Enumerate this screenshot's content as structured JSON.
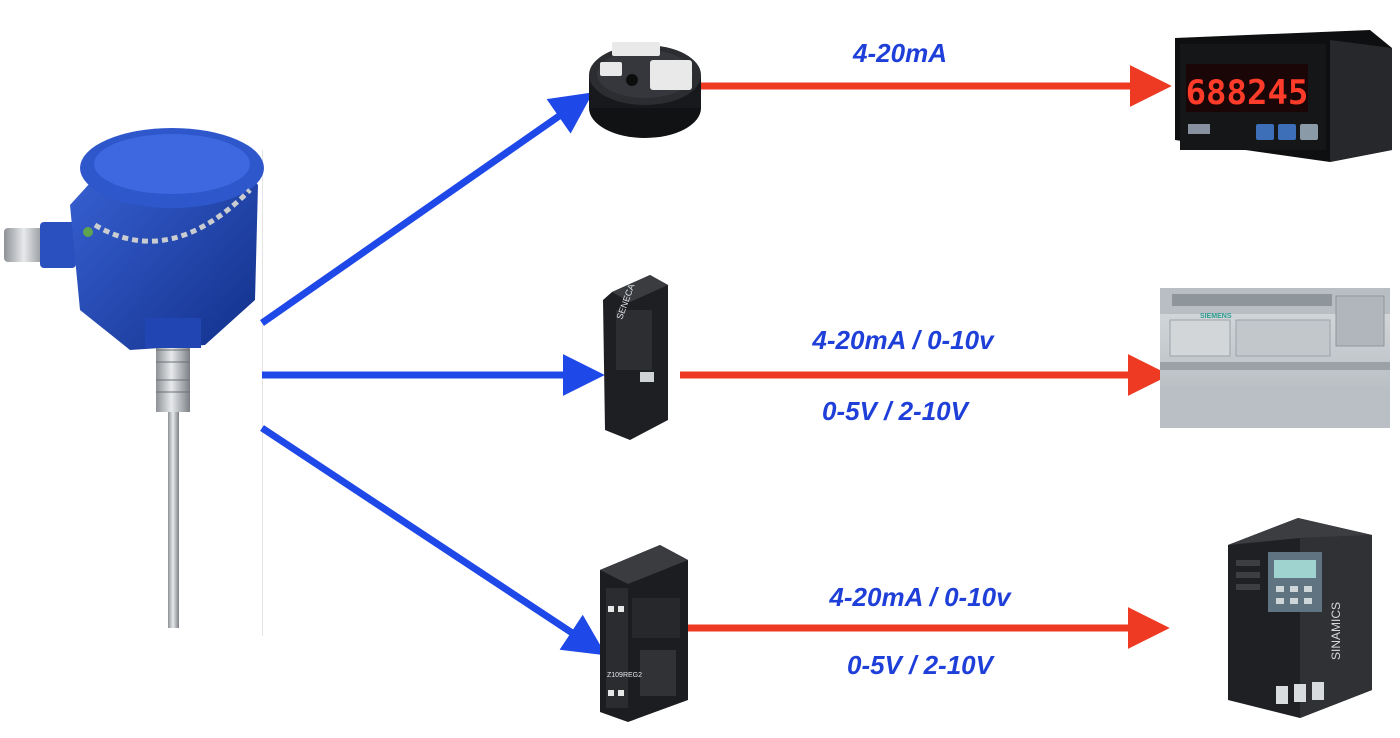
{
  "colors": {
    "input_arrow": "#1f48e8",
    "output_arrow": "#ee3a22",
    "label_text": "#1f3fd9",
    "sensor_blue": "#1b3fa8",
    "device_dark": "#1e1f22",
    "plc_grey": "#c7ccd0"
  },
  "devices": {
    "sensor": {
      "icon": "thermocouple-sensor-icon"
    },
    "transmitters": [
      {
        "icon": "head-mount-transmitter-icon"
      },
      {
        "icon": "din-rail-converter-icon"
      },
      {
        "icon": "din-rail-isolator-icon",
        "text": "Z109REG2"
      }
    ],
    "receivers": [
      {
        "icon": "panel-meter-icon",
        "display_value": "688245"
      },
      {
        "icon": "plc-icon",
        "brand": "SIEMENS"
      },
      {
        "icon": "vfd-drive-icon",
        "brand": "SINAMICS"
      }
    ]
  },
  "links": [
    {
      "label": "4-20mA"
    },
    {
      "label": "4-20mA / 0-10v",
      "label2": "0-5V / 2-10V"
    },
    {
      "label": "4-20mA / 0-10v",
      "label2": "0-5V / 2-10V"
    }
  ]
}
